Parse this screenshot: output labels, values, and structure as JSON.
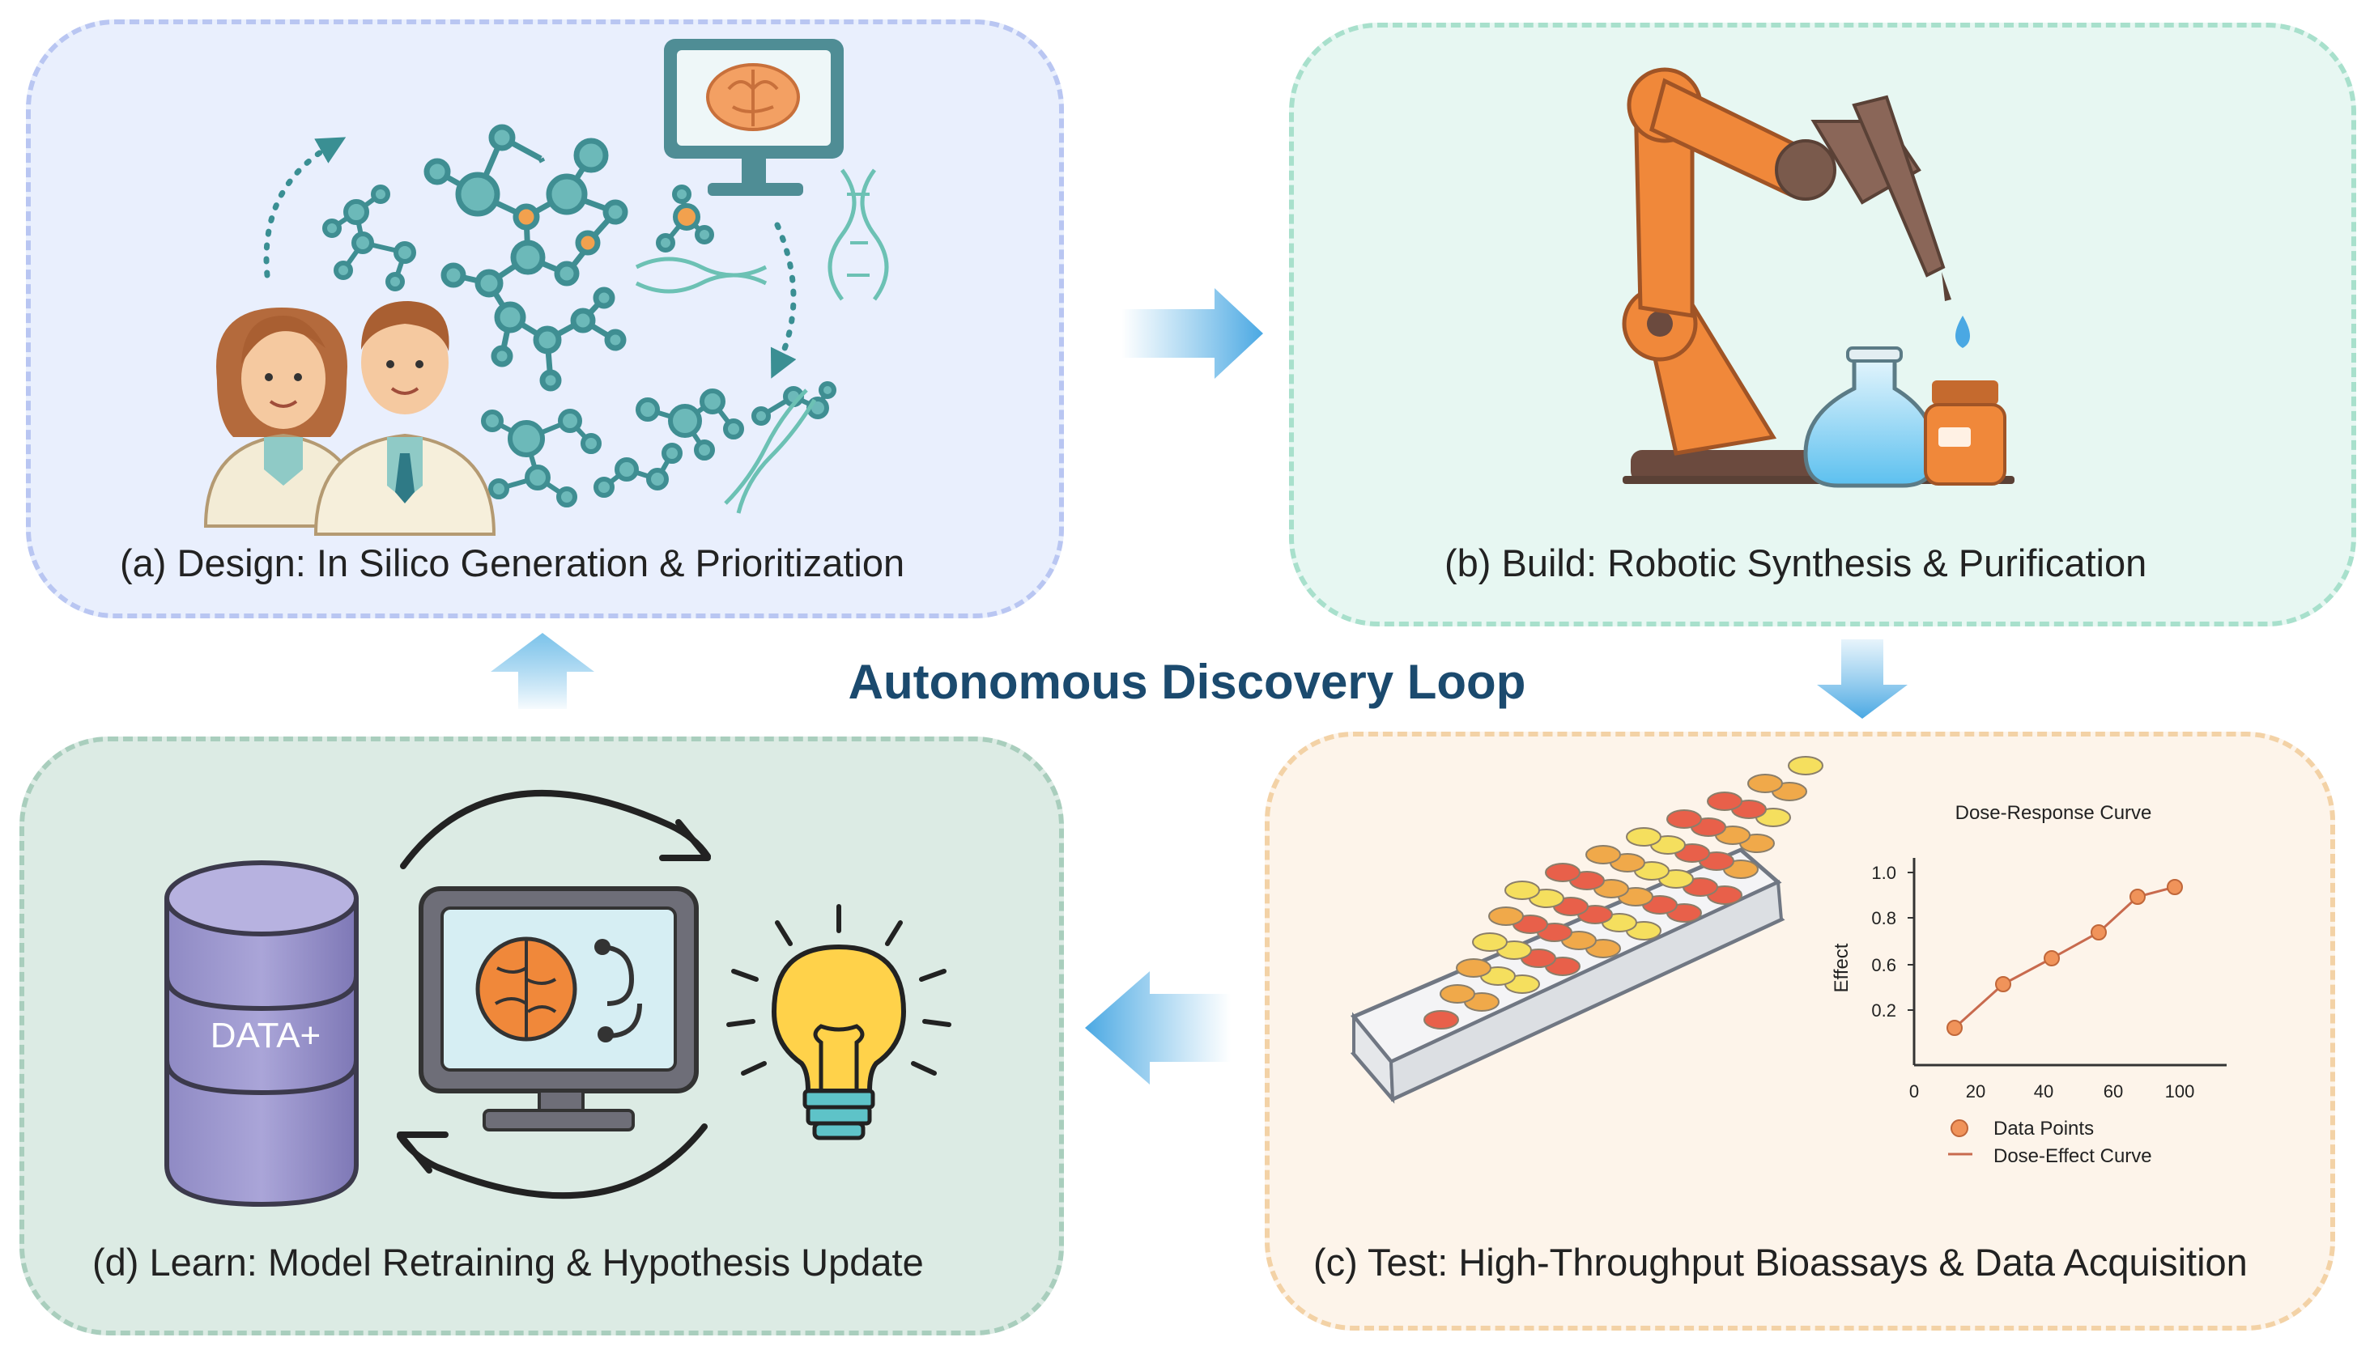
{
  "title": "Autonomous Discovery Loop",
  "panels": {
    "a": {
      "caption": "(a)  Design: In Silico Generation & Prioritization"
    },
    "b": {
      "caption": "(b) Build: Robotic Synthesis & Purification"
    },
    "c": {
      "caption": "(c) Test: High-Throughput Bioassays & Data Acquisition"
    },
    "d": {
      "caption": "(d) Learn: Model Retraining & Hypothesis Update"
    }
  },
  "database_label": "DATA+",
  "inset_chart": {
    "title": "Dose-Response Curve",
    "ylabel": "Effect",
    "x_ticks": [
      "0",
      "20",
      "40",
      "60",
      "100"
    ],
    "y_ticks": [
      "0.2",
      "0.6",
      "0.8",
      "1.0"
    ],
    "legend_points": "Data Points",
    "legend_curve": "Dose-Effect Curve"
  },
  "colors": {
    "accent_blue": "#5fb4e6",
    "robot_orange": "#f0883a",
    "molecule_teal": "#4fa6a6",
    "title_navy": "#1b4a6e"
  }
}
